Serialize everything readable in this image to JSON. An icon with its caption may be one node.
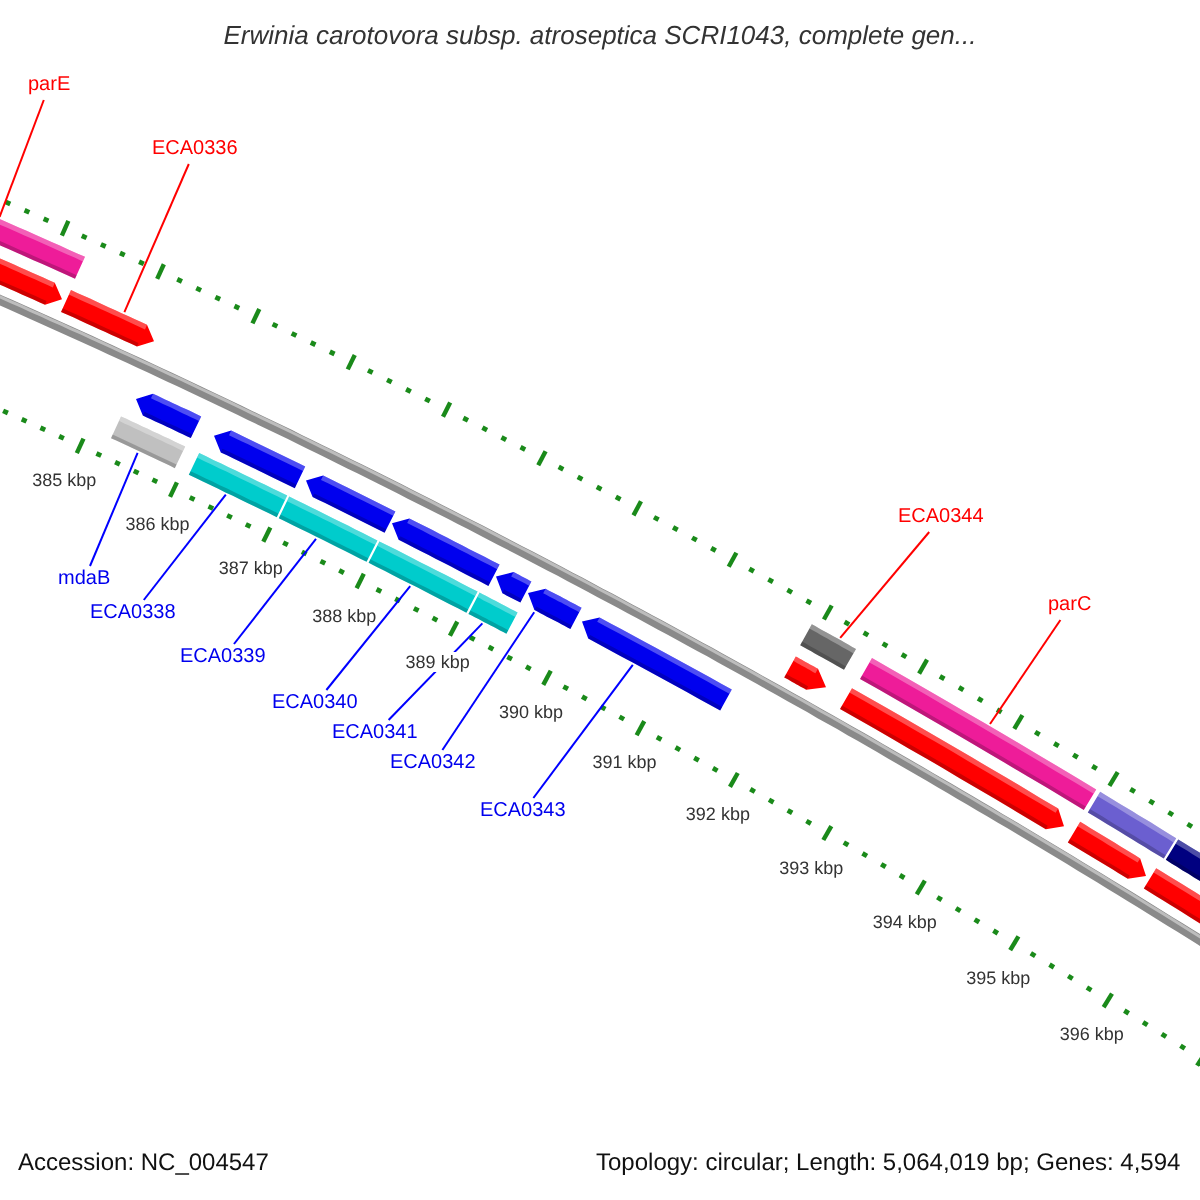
{
  "diagram": {
    "title": "Erwinia carotovora subsp. atroseptica SCRI1043, complete gen...",
    "nodes": [
      {
        "text": [
          "parE"
        ]
      },
      {
        "text": [
          "ECA0336"
        ]
      },
      {
        "text": [
          "ECA0344"
        ]
      },
      {
        "text": [
          "parC"
        ]
      },
      {
        "text": [
          "mdaB"
        ]
      },
      {
        "text": [
          "ECA0338"
        ]
      },
      {
        "text": [
          "ECA0339"
        ]
      },
      {
        "text": [
          "ECA0340"
        ]
      },
      {
        "text": [
          "ECA0341"
        ]
      },
      {
        "text": [
          "ECA0342"
        ]
      },
      {
        "text": [
          "ECA0343"
        ]
      },
      {
        "text": [],
        "shape": "bar"
      },
      {
        "text": [],
        "shape": "pentagon"
      },
      {
        "text": [],
        "shape": "pentagon"
      },
      {
        "text": [],
        "shape": "bar"
      },
      {
        "text": [],
        "shape": "pentagon"
      },
      {
        "text": [],
        "shape": "bar"
      },
      {
        "text": [],
        "shape": "pentagon"
      },
      {
        "text": [],
        "shape": "bar"
      },
      {
        "text": [],
        "shape": "pentagon"
      },
      {
        "text": [],
        "shape": "bar"
      },
      {
        "text": [],
        "shape": "pentagon"
      },
      {
        "text": [],
        "shape": "bar"
      },
      {
        "text": [],
        "shape": "pentagon"
      },
      {
        "text": [],
        "shape": "pentagon"
      },
      {
        "text": [],
        "shape": "pentagon"
      },
      {
        "text": [],
        "shape": "pentagon"
      },
      {
        "text": [],
        "shape": "bar"
      },
      {
        "text": [],
        "shape": "pentagon"
      },
      {
        "text": [],
        "shape": "bar"
      },
      {
        "text": [],
        "shape": "pentagon"
      },
      {
        "text": [],
        "shape": "bar"
      },
      {
        "text": [],
        "shape": "pentagon"
      },
      {
        "text": [],
        "shape": "bar"
      }
    ],
    "edges": [
      {
        "from": 0,
        "to": 11,
        "arrow": "none",
        "color": "#ff0000"
      },
      {
        "from": 1,
        "to": 13,
        "arrow": "none",
        "color": "#ff0000"
      },
      {
        "from": 2,
        "to": 27,
        "arrow": "none",
        "color": "#ff0000"
      },
      {
        "from": 3,
        "to": 29,
        "arrow": "none",
        "color": "#ff0000"
      },
      {
        "from": 4,
        "to": 14,
        "arrow": "none"
      },
      {
        "from": 5,
        "to": 16,
        "arrow": "none"
      },
      {
        "from": 6,
        "to": 18,
        "arrow": "none"
      },
      {
        "from": 7,
        "to": 20,
        "arrow": "none"
      },
      {
        "from": 8,
        "to": 22,
        "arrow": "none"
      },
      {
        "from": 9,
        "to": 24,
        "arrow": "none"
      },
      {
        "from": 10,
        "to": 25,
        "arrow": "none"
      }
    ],
    "labels": [
      "385 kbp",
      "386 kbp",
      "387 kbp",
      "388 kbp",
      "389 kbp",
      "390 kbp",
      "391 kbp",
      "392 kbp",
      "393 kbp",
      "394 kbp",
      "395 kbp",
      "396 kbp",
      "Accession: NC_004547",
      "Topology: circular; Length: 5,064,019 bp; Genes: 4,594"
    ]
  }
}
